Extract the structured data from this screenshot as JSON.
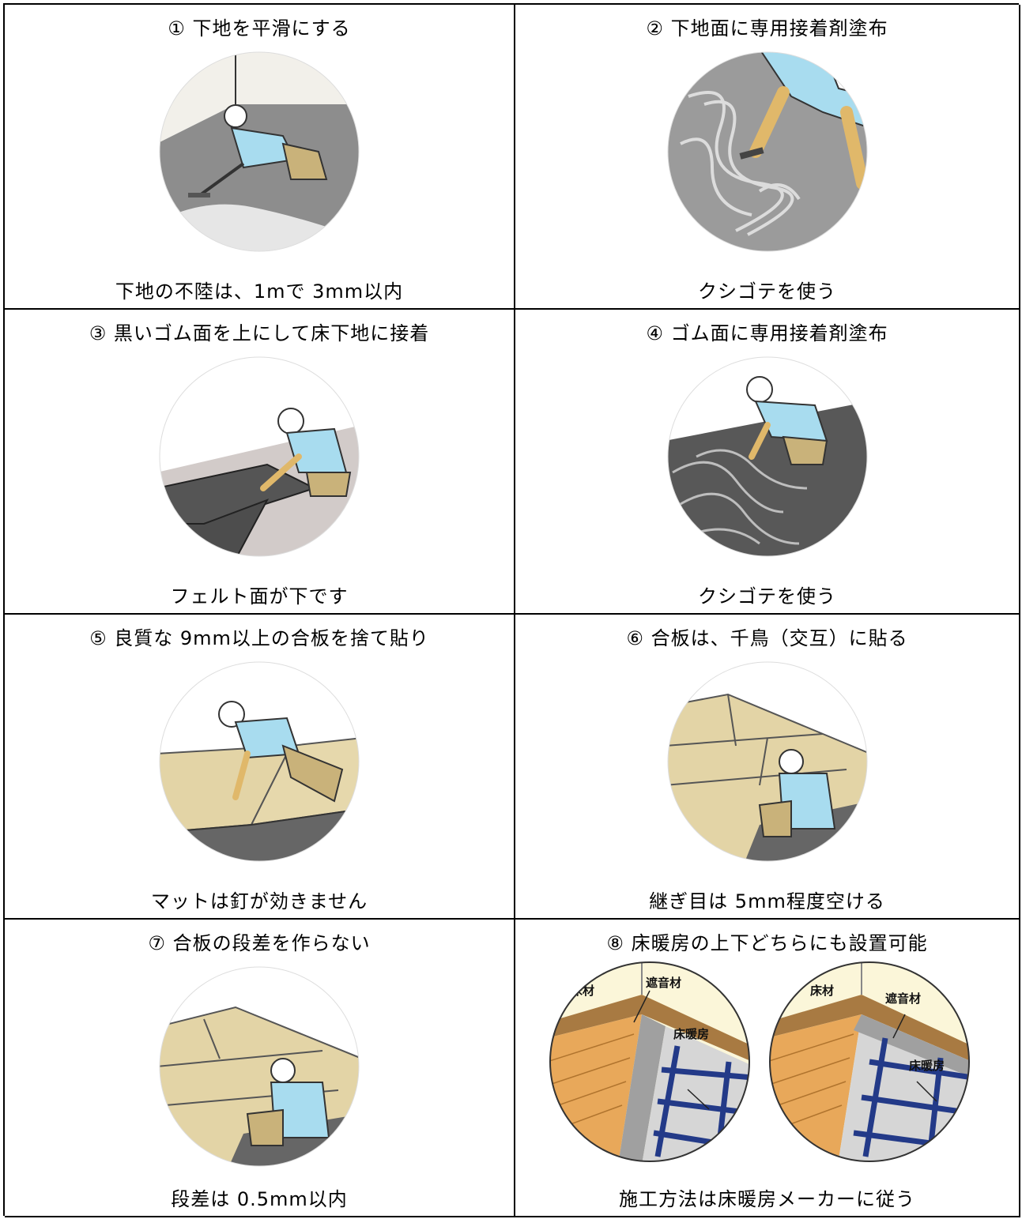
{
  "steps": [
    {
      "title": "① 下地を平滑にする",
      "caption": "下地の不陸は、1mで 3mm以内"
    },
    {
      "title": "② 下地面に専用接着剤塗布",
      "caption": "クシゴテを使う"
    },
    {
      "title": "③ 黒いゴム面を上にして床下地に接着",
      "caption": "フェルト面が下です"
    },
    {
      "title": "④ ゴム面に専用接着剤塗布",
      "caption": "クシゴテを使う"
    },
    {
      "title": "⑤ 良質な 9mm以上の合板を捨て貼り",
      "caption": "マットは釘が効きません"
    },
    {
      "title": "⑥ 合板は、千鳥（交互）に貼る",
      "caption": "継ぎ目は 5mm程度空ける"
    },
    {
      "title": "⑦ 合板の段差を作らない",
      "caption": "段差は 0.5mm以内"
    },
    {
      "title": "⑧ 床暖房の上下どちらにも設置可能",
      "caption": "施工方法は床暖房メーカーに従う"
    }
  ],
  "diagram_labels": {
    "floor_material": "床材",
    "sound_insulation": "遮音材",
    "floor_heating": "床暖房"
  },
  "colors": {
    "shirt": "#a8dcef",
    "pants": "#c9b27a",
    "plywood": "#e3d4a6",
    "rubber": "#555555",
    "concrete": "#9a9a9a",
    "heating_pipe": "#233a88",
    "wood_floor": "#e8a85a"
  }
}
